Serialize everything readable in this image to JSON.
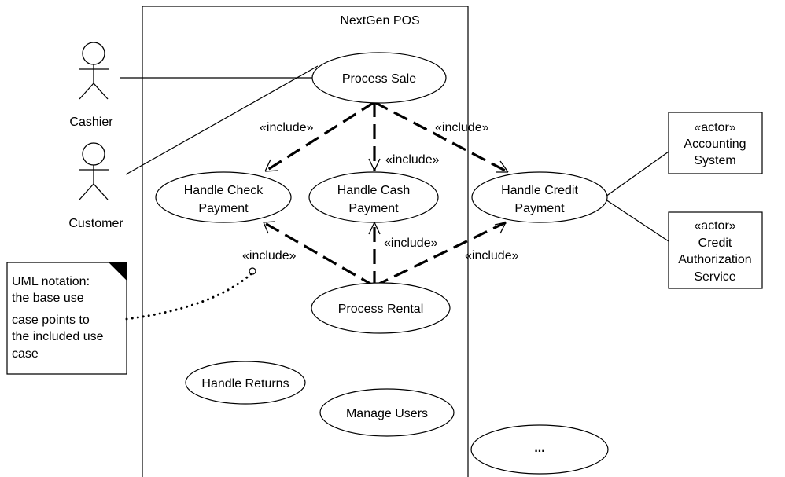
{
  "system": {
    "title": "NextGen POS"
  },
  "actors": {
    "cashier": "Cashier",
    "customer": "Customer"
  },
  "external_actors": {
    "accounting": {
      "stereotype": "«actor»",
      "line1": "Accounting",
      "line2": "System"
    },
    "credit": {
      "stereotype": "«actor»",
      "line1": "Credit",
      "line2": "Authorization",
      "line3": "Service"
    }
  },
  "use_cases": {
    "process_sale": "Process Sale",
    "check_1": "Handle Check",
    "check_2": "Payment",
    "cash_1": "Handle Cash",
    "cash_2": "Payment",
    "credit_1": "Handle Credit",
    "credit_2": "Payment",
    "process_rental": "Process Rental",
    "handle_returns": "Handle Returns",
    "manage_users": "Manage Users",
    "more": "..."
  },
  "include_label": "«include»",
  "note": {
    "line1": "UML notation:",
    "line2": "the base use",
    "line3": "case points to",
    "line4": "the included use",
    "line5": "case"
  }
}
